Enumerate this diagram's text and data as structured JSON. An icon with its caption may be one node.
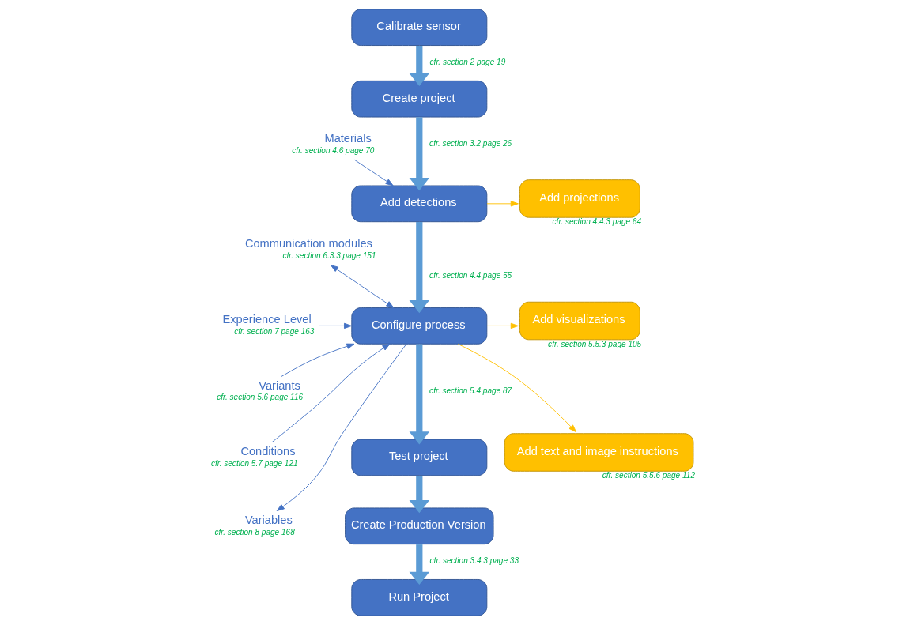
{
  "diagram": {
    "nodes": [
      {
        "text": [
          "Calibrate sensor"
        ]
      },
      {
        "text": [
          "Create project"
        ]
      },
      {
        "text": [
          "Materials"
        ],
        "beside": [
          "cfr. section 4.6 page 70"
        ]
      },
      {
        "text": [
          "Add detections"
        ]
      },
      {
        "text": [
          "Add projections"
        ],
        "beside": [
          "cfr. section 4.4.3 page 64"
        ]
      },
      {
        "text": [
          "Communication modules"
        ],
        "beside": [
          "cfr. section 6.3.3 page 151"
        ]
      },
      {
        "text": [
          "Experience Level"
        ],
        "beside": [
          "cfr. section 7 page 163"
        ]
      },
      {
        "text": [
          "Configure process"
        ]
      },
      {
        "text": [
          "Add visualizations"
        ],
        "beside": [
          "cfr. section 5.5.3 page 105"
        ]
      },
      {
        "text": [
          "Variants"
        ],
        "beside": [
          "cfr. section 5.6 page 116"
        ]
      },
      {
        "text": [
          "Add text and image instructions"
        ],
        "beside": [
          "cfr. section 5.5.6 page 112"
        ]
      },
      {
        "text": [
          "Test project"
        ]
      },
      {
        "text": [
          "Conditions"
        ],
        "beside": [
          "cfr. section 5.7 page 121"
        ]
      },
      {
        "text": [
          "Variables"
        ],
        "beside": [
          "cfr. section 8 page 168"
        ]
      },
      {
        "text": [
          "Create Production Version"
        ]
      },
      {
        "text": [
          "Run Project"
        ]
      }
    ],
    "edges": [
      {
        "from": 0,
        "to": 1,
        "arrow": "to",
        "label": "cfr. section 2 page 19",
        "style": "thick",
        "color": "#5b9bd5"
      },
      {
        "from": 1,
        "to": 3,
        "arrow": "to",
        "label": "cfr. section 3.2 page 26",
        "style": "thick",
        "color": "#5b9bd5"
      },
      {
        "from": 2,
        "to": 3,
        "arrow": "to",
        "color": "#4472c4"
      },
      {
        "from": 3,
        "to": 4,
        "arrow": "to",
        "color": "#ffc000"
      },
      {
        "from": 3,
        "to": 7,
        "arrow": "to",
        "label": "cfr. section 4.4 page 55",
        "style": "thick",
        "color": "#5b9bd5"
      },
      {
        "from": 7,
        "to": 5,
        "arrow": "both",
        "color": "#4472c4"
      },
      {
        "from": 6,
        "to": 7,
        "arrow": "to",
        "color": "#4472c4"
      },
      {
        "from": 9,
        "to": 7,
        "arrow": "to",
        "color": "#4472c4"
      },
      {
        "from": 12,
        "to": 7,
        "arrow": "to",
        "color": "#4472c4"
      },
      {
        "from": 7,
        "to": 13,
        "arrow": "to",
        "color": "#4472c4"
      },
      {
        "from": 7,
        "to": 8,
        "arrow": "to",
        "color": "#ffc000"
      },
      {
        "from": 7,
        "to": 10,
        "arrow": "to",
        "color": "#ffc000"
      },
      {
        "from": 7,
        "to": 11,
        "arrow": "to",
        "label": "cfr. section 5.4 page 87",
        "style": "thick",
        "color": "#5b9bd5"
      },
      {
        "from": 11,
        "to": 14,
        "arrow": "to",
        "style": "thick",
        "color": "#5b9bd5"
      },
      {
        "from": 14,
        "to": 15,
        "arrow": "to",
        "label": "cfr. section 3.4.3 page 33",
        "style": "thick",
        "color": "#5b9bd5"
      }
    ]
  }
}
